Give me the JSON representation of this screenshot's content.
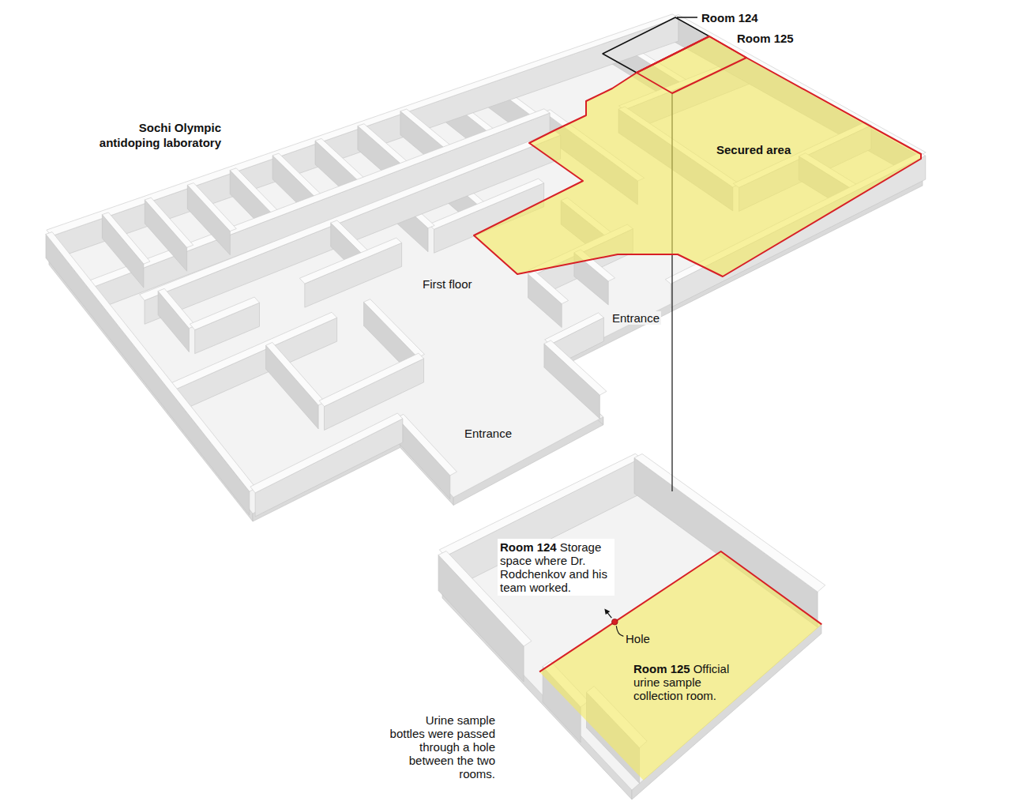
{
  "diagram": {
    "title": "Sochi Olympic antidoping laboratory",
    "nodes": [
      {
        "text": [
          "Room 124"
        ]
      },
      {
        "text": [
          "Secured area"
        ]
      },
      {
        "text": [
          "Room 125"
        ],
        "in": 1
      },
      {
        "text": [
          "Room 124",
          "Storage space where Dr. Rodchenkov and his team worked."
        ]
      },
      {
        "text": [
          "Room 125",
          "Official urine sample collection room."
        ]
      }
    ],
    "edges": [
      {
        "from": 2,
        "to": 3,
        "arrow": "none"
      }
    ],
    "labels": [
      "First floor",
      "Entrance",
      "Entrance",
      "Hole",
      "Urine sample bottles were passed through a hole between the two rooms."
    ]
  }
}
